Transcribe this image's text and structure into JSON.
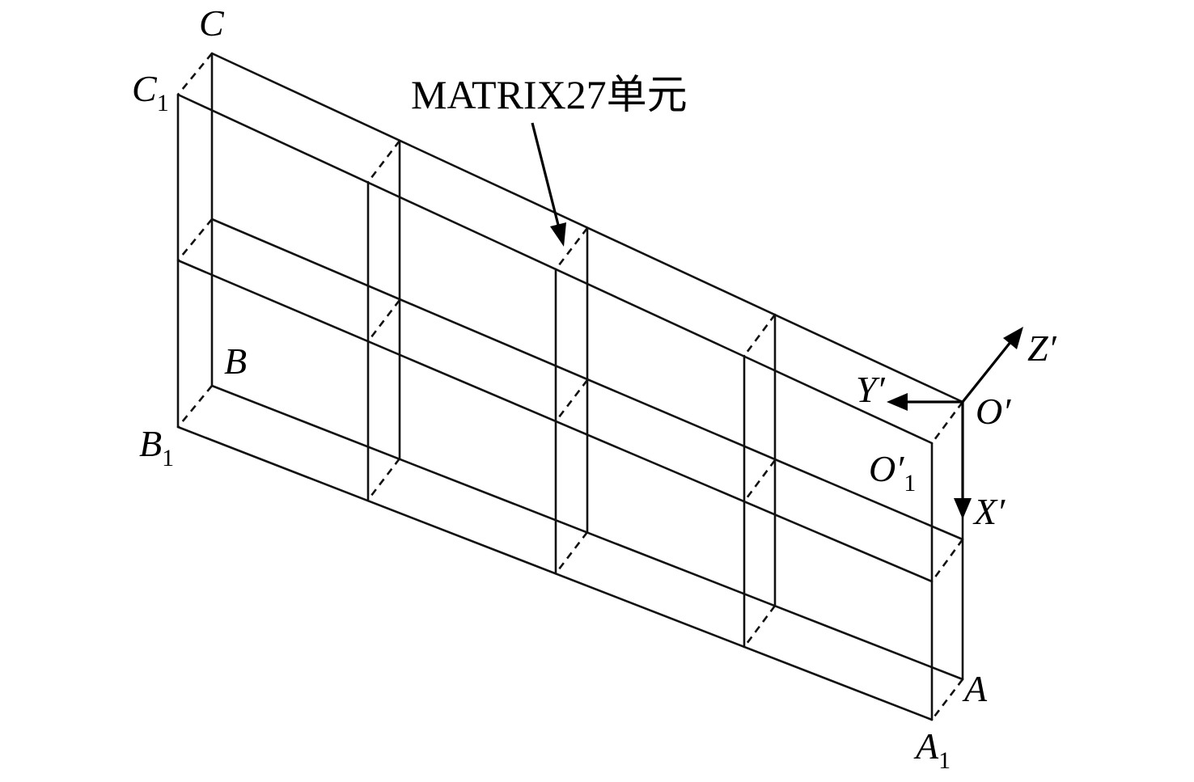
{
  "callout": {
    "text": "MATRIX27单元"
  },
  "labels": {
    "C": "C",
    "C1_main": "C",
    "C1_sub": "1",
    "B": "B",
    "B1_main": "B",
    "B1_sub": "1",
    "A": "A",
    "A1_main": "A",
    "A1_sub": "1",
    "O": "O′",
    "O1_main": "O′",
    "O1_sub": "1",
    "X": "X′",
    "Y": "Y′",
    "Z": "Z′"
  }
}
